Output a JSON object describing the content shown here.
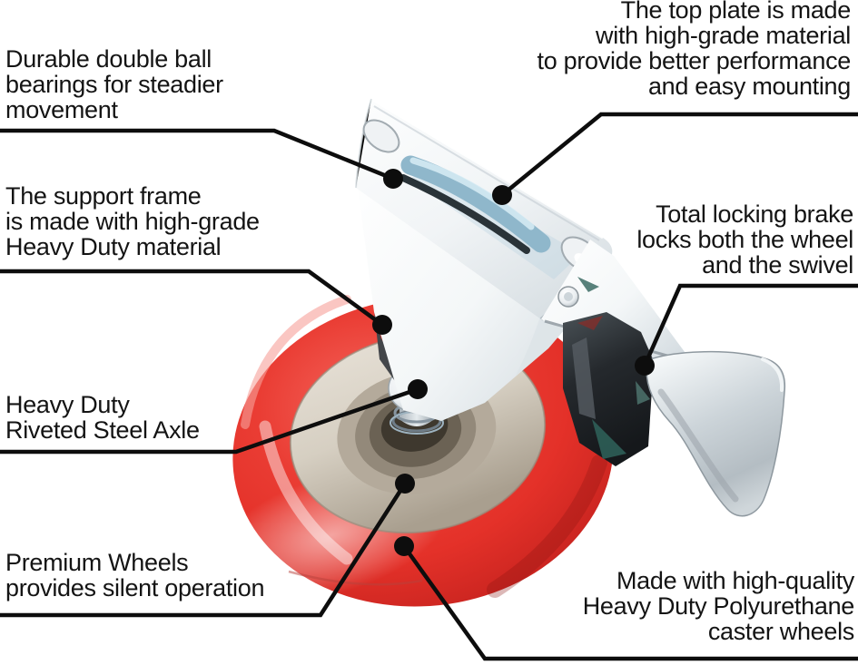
{
  "illustration": {
    "name": "swivel-caster-with-total-lock-brake",
    "parts": [
      "top-plate",
      "swivel-ball-bearing-race",
      "support-fork",
      "riveted-axle-bolt",
      "wheel-hub",
      "red-polyurethane-tire",
      "brake-housing",
      "brake-pedal"
    ]
  },
  "callouts": [
    {
      "id": "bearings",
      "text": "Durable double ball\nbearings for steadier\nmovement"
    },
    {
      "id": "top_plate",
      "text": "The top plate is made\nwith high-grade material\nto provide better performance\nand easy mounting"
    },
    {
      "id": "support_frame",
      "text": "The support frame\nis made with high-grade\nHeavy Duty material"
    },
    {
      "id": "locking_brake",
      "text": "Total locking brake\nlocks both the wheel\nand the swivel"
    },
    {
      "id": "axle",
      "text": "Heavy Duty\nRiveted Steel Axle"
    },
    {
      "id": "premium_wheels",
      "text": "Premium Wheels\nprovides silent operation"
    },
    {
      "id": "polyurethane",
      "text": "Made with high-quality\nHeavy Duty Polyurethane\ncaster wheels"
    }
  ],
  "colors": {
    "background": "#ffffff",
    "text": "#141414",
    "leader_line": "#0d0d0d",
    "callout_dot": "#0d0d0d",
    "tire_highlight": "#f4665d",
    "tire_red": "#e43129",
    "tire_deep": "#a81b18",
    "hub_light": "#e7e1d7",
    "hub_dark": "#a99f8f",
    "hub_recess": "#8c8273",
    "hub_core": "#3e382e",
    "chrome_white": "#fdfefe",
    "chrome_mid": "#ccd4d9",
    "chrome_dark": "#9aa5ac",
    "race_blue": "#8fb7cb",
    "race_highlight": "#d4eaf3",
    "steel_shadow": "#2a3338",
    "housing_light": "#4a5257",
    "housing_dark": "#15181b",
    "teal_glint": "#2f635b"
  }
}
